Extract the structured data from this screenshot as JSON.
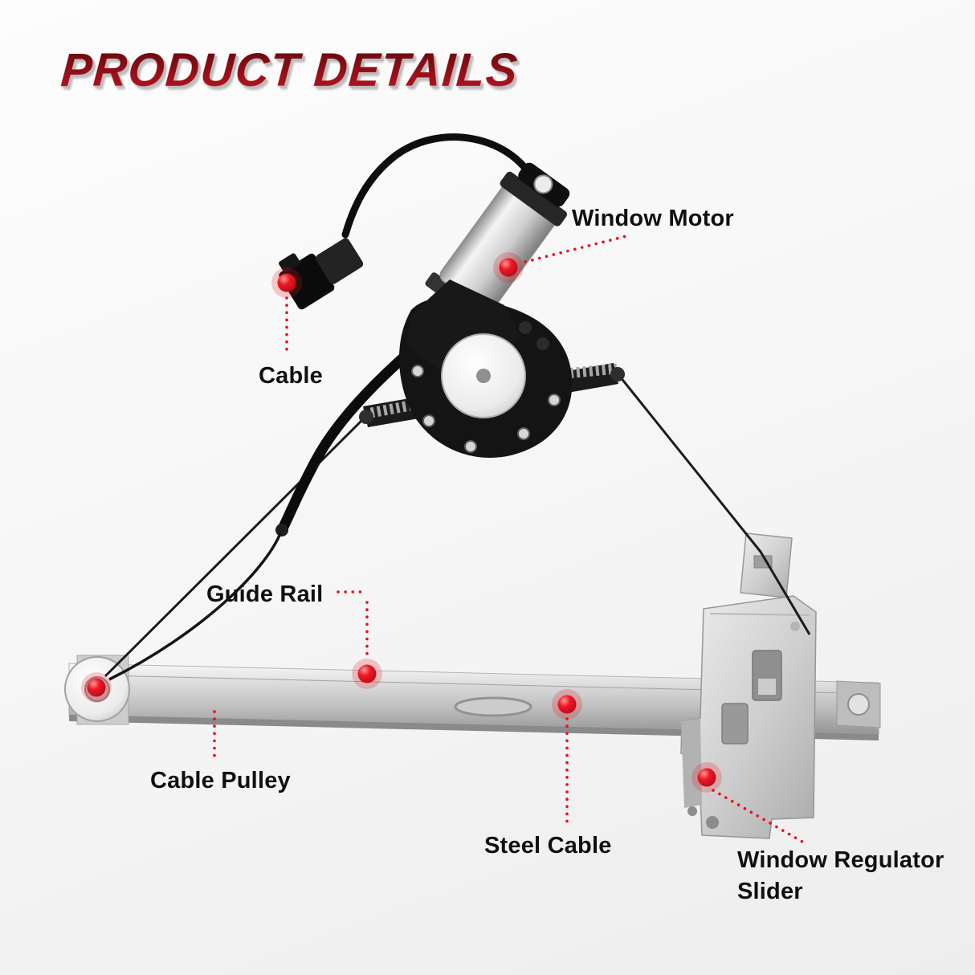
{
  "header": {
    "title": "PRODUCT DETAILS"
  },
  "annotations": [
    {
      "id": "window-motor",
      "label": "Window Motor"
    },
    {
      "id": "cable",
      "label": "Cable"
    },
    {
      "id": "guide-rail",
      "label": "Guide Rail"
    },
    {
      "id": "cable-pulley",
      "label": "Cable Pulley"
    },
    {
      "id": "steel-cable",
      "label": "Steel Cable"
    },
    {
      "id": "window-regulator-slider",
      "label": "Window Regulator Slider"
    }
  ],
  "colors": {
    "accent_red": "#e8111c",
    "title_red": "#8c0e16",
    "metal_gray": "#c9c9c9",
    "part_black": "#141414"
  }
}
